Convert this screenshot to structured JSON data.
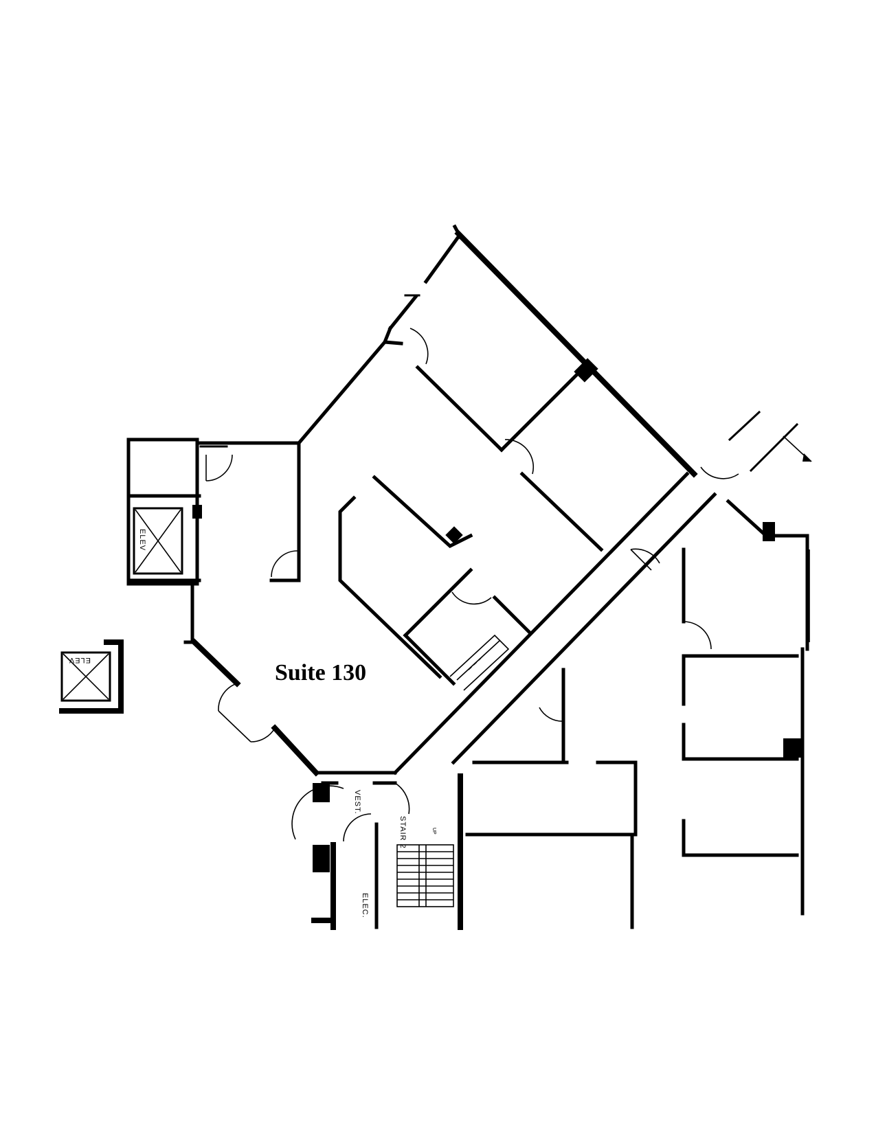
{
  "floor_plan": {
    "suite_label": "Suite 130",
    "labels": {
      "elevator_main": "ELEV",
      "elevator_west": "ELEV",
      "vestibule": "VEST.",
      "stair": "STAIR 2",
      "stair_direction": "UP",
      "electrical": "ELEC."
    }
  }
}
